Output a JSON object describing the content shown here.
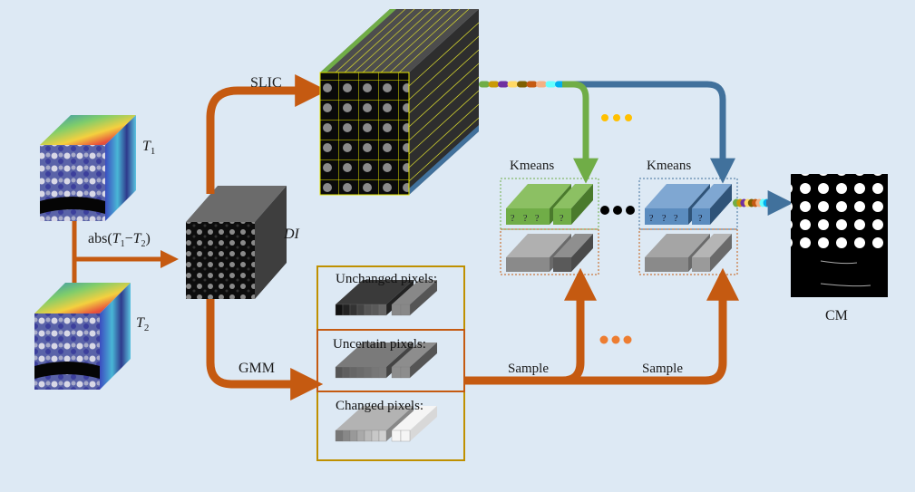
{
  "diagram": {
    "inputs": [
      {
        "label": "T1",
        "name": "image-t1"
      },
      {
        "label": "T2",
        "name": "image-t2"
      }
    ],
    "difference_op": {
      "prefix": "abs(",
      "t1": "T",
      "t1_sub": "1",
      "minus": "−",
      "t2": "T",
      "t2_sub": "2",
      "suffix": ")"
    },
    "di_label": "DI",
    "slic_label": "SLIC",
    "gmm_label": "GMM",
    "kmeans_labels": [
      "Kmeans",
      "Kmeans"
    ],
    "sample_labels": [
      "Sample",
      "Sample"
    ],
    "pixel_groups": [
      {
        "label": "Unchanged pixels:",
        "tone": "dark"
      },
      {
        "label": "Uncertain pixels:",
        "tone": "mid"
      },
      {
        "label": "Changed pixels:",
        "tone": "light"
      }
    ],
    "question_mark": "?",
    "output_label": "CM",
    "colors": {
      "background": "#dde9f4",
      "orange_arrow": "#c55a11",
      "green_arrow": "#70ad47",
      "blue_arrow": "#41719c",
      "yellow_dots": "#ffc000",
      "orange_dots": "#ed7d31",
      "black_dots": "#000000",
      "superpixel_edge": "#e6e600",
      "pixel_box_border": "#bf9000",
      "uncertain_border": "#c55a11"
    },
    "segment_strip_colors": [
      "#70ad47",
      "#c99a06",
      "#7030a0",
      "#ffd966",
      "#7f6000",
      "#c55a11",
      "#f4b183",
      "#66ffff",
      "#00b0f0"
    ]
  }
}
